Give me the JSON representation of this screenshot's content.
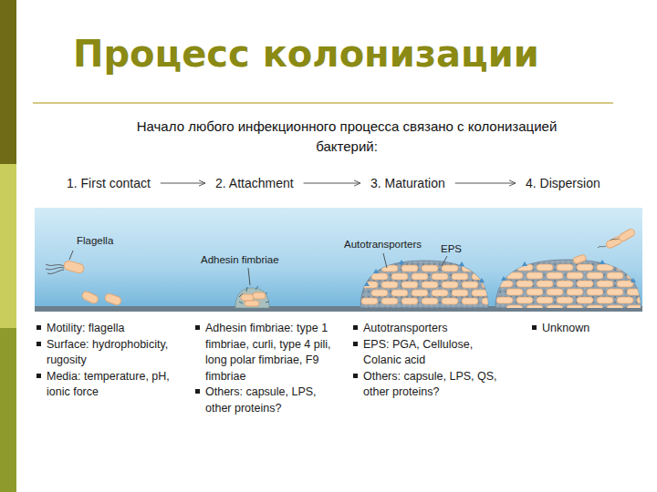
{
  "diagram": {
    "title": "Процесс колонизации",
    "nodes": [
      {
        "text": [
          "1. First contact"
        ]
      },
      {
        "text": [
          "2. Attachment"
        ]
      },
      {
        "text": [
          "3. Maturation"
        ]
      },
      {
        "text": [
          "4. Dispersion"
        ]
      }
    ],
    "edges": [
      {
        "from": 0,
        "to": 1,
        "arrow": "to"
      },
      {
        "from": 1,
        "to": 2,
        "arrow": "to"
      },
      {
        "from": 2,
        "to": 3,
        "arrow": "to"
      }
    ],
    "labels": [
      "Начало любого инфекционного процесса связано с колонизацией бактерий:",
      "Flagella",
      "Adhesin fimbriae",
      "Autotransporters",
      "EPS",
      "Motility: flagella",
      "Surface: hydrophobicity, rugosity",
      "Media: temperature, pH, ionic force",
      "Adhesin fimbriae: type 1 fimbriae, curli, type 4 pili, long polar fimbriae, F9 fimbriae",
      "Others: capsule, LPS, other proteins?",
      "Autotransporters",
      "EPS: PGA, Cellulose, Colanic acid",
      "Others: capsule, LPS, QS, other proteins?",
      "Unknown"
    ]
  }
}
